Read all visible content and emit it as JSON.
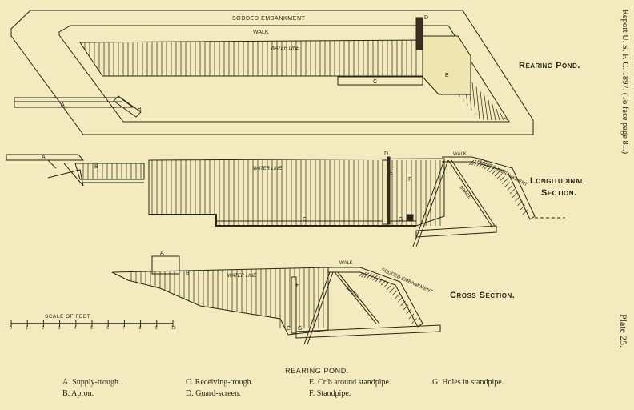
{
  "plan": {
    "title": "Rearing Pond.",
    "embankment_label": "Sodded Embankment",
    "walk_label": "Walk",
    "water_line_label": "Water Line",
    "markers": {
      "a": "A",
      "b": "B",
      "c": "C",
      "d": "D",
      "e": "E"
    }
  },
  "longitudinal": {
    "title_line1": "Longitudinal",
    "title_line2": "Section.",
    "water_line_label": "Water Line",
    "walk_label": "Walk",
    "embankment_label": "Sodded Embankment",
    "brace_label": "Brace",
    "markers": {
      "a": "A",
      "b": "B",
      "c": "C",
      "d": "D",
      "e": "E",
      "f": "F",
      "g": "G"
    }
  },
  "cross": {
    "title": "Cross Section.",
    "water_line_label": "Water Line",
    "walk_label": "Walk",
    "embankment_label": "Sodded Embankment",
    "brace_label": "Brace",
    "markers": {
      "a": "A",
      "b": "B",
      "c": "C",
      "f": "F",
      "g": "G"
    }
  },
  "scale": {
    "label": "Scale of Feet",
    "ticks": [
      "0",
      "1",
      "2",
      "3",
      "4",
      "5",
      "6",
      "7",
      "8",
      "9",
      "10"
    ]
  },
  "side_note": "Report U. S. F. C. 1897. (To face page 81.)",
  "plate_number": "Plate 25.",
  "caption": {
    "title": "Rearing Pond.",
    "legend": [
      "A. Supply-trough.",
      "B. Apron.",
      "C. Receiving-trough.",
      "D. Guard-screen.",
      "E. Crib around standpipe.",
      "F. Standpipe.",
      "G. Holes in standpipe."
    ]
  }
}
